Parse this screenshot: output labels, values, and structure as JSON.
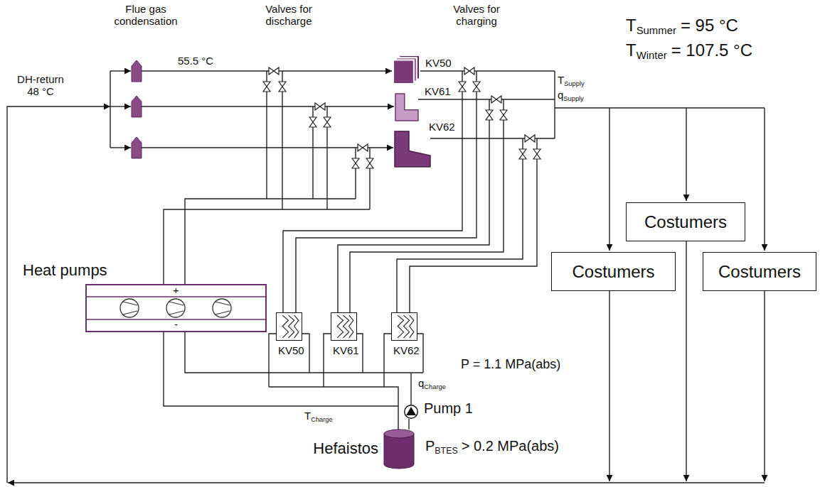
{
  "diagram": {
    "nodes": [
      {
        "text": [
          "KV50"
        ]
      },
      {
        "text": [
          "KV61"
        ]
      },
      {
        "text": [
          "KV62"
        ]
      },
      {
        "text": [
          "Heat pumps",
          "+",
          "-"
        ]
      },
      {
        "text": [
          "KV50"
        ]
      },
      {
        "text": [
          "KV61"
        ]
      },
      {
        "text": [
          "KV62"
        ]
      },
      {
        "text": [
          "Pump 1"
        ]
      },
      {
        "text": [
          "Hefaistos"
        ]
      },
      {
        "text": [
          "Costumers"
        ]
      },
      {
        "text": [
          "Costumers"
        ]
      },
      {
        "text": [
          "Costumers"
        ]
      }
    ],
    "edges": [
      {
        "from": 8,
        "to": 7,
        "arrow": "none"
      }
    ],
    "labels": [
      "Flue gas condensation",
      "55.5 °C",
      "Valves for discharge",
      "Valves for charging",
      "DH-return 48 °C",
      "T",
      "Summer",
      "= 95 °C",
      "T",
      "Winter",
      "= 107.5 °C",
      "T",
      "Supply",
      "q",
      "Supply",
      "P = 1.1 MPa(abs)",
      "q",
      "Charge",
      "T",
      "Charge",
      "P",
      "BTES",
      "> 0.2 MPa(abs)"
    ]
  }
}
